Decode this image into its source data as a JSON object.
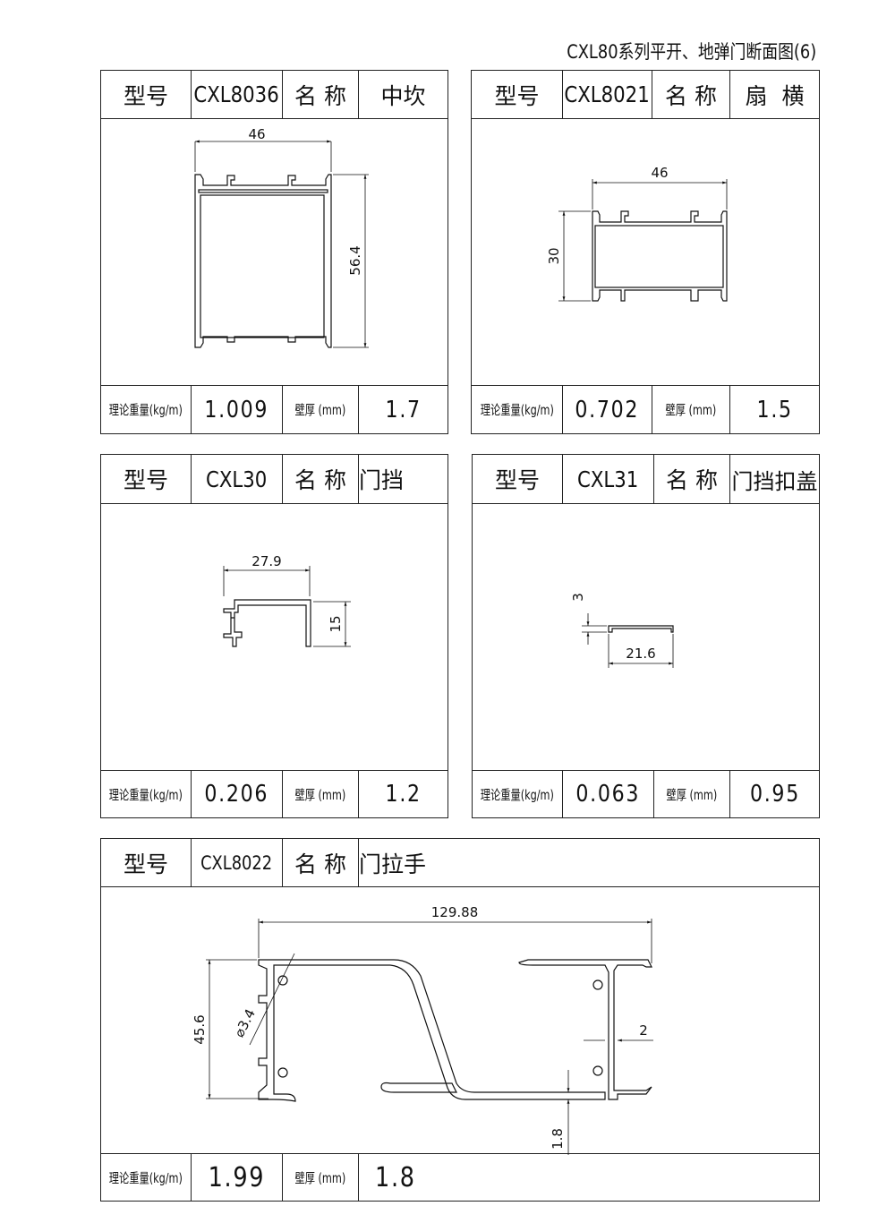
{
  "title": "CXL80系列平开、地弹门断面图(6)",
  "labels": {
    "model": "型号",
    "name": "名 称",
    "weight": "理论重量(kg/m)",
    "thickness": "壁厚 (mm)"
  },
  "profiles": [
    {
      "model": "CXL8036",
      "name": "中坎",
      "weight": "1.009",
      "thickness": "1.7",
      "dims": [
        "46",
        "56.4"
      ]
    },
    {
      "model": "CXL8021",
      "name": "扇  横",
      "weight": "0.702",
      "thickness": "1.5",
      "dims": [
        "46",
        "30"
      ]
    },
    {
      "model": "CXL30",
      "name": "门挡",
      "weight": "0.206",
      "thickness": "1.2",
      "dims": [
        "27.9",
        "15"
      ]
    },
    {
      "model": "CXL31",
      "name": "门挡扣盖",
      "weight": "0.063",
      "thickness": "0.95",
      "dims": [
        "3",
        "21.6"
      ]
    },
    {
      "model": "CXL8022",
      "name": "门拉手",
      "weight": "1.99",
      "thickness": "1.8",
      "dims": [
        "129.88",
        "45.6",
        "⌀3.4",
        "2",
        "1.8"
      ]
    }
  ]
}
